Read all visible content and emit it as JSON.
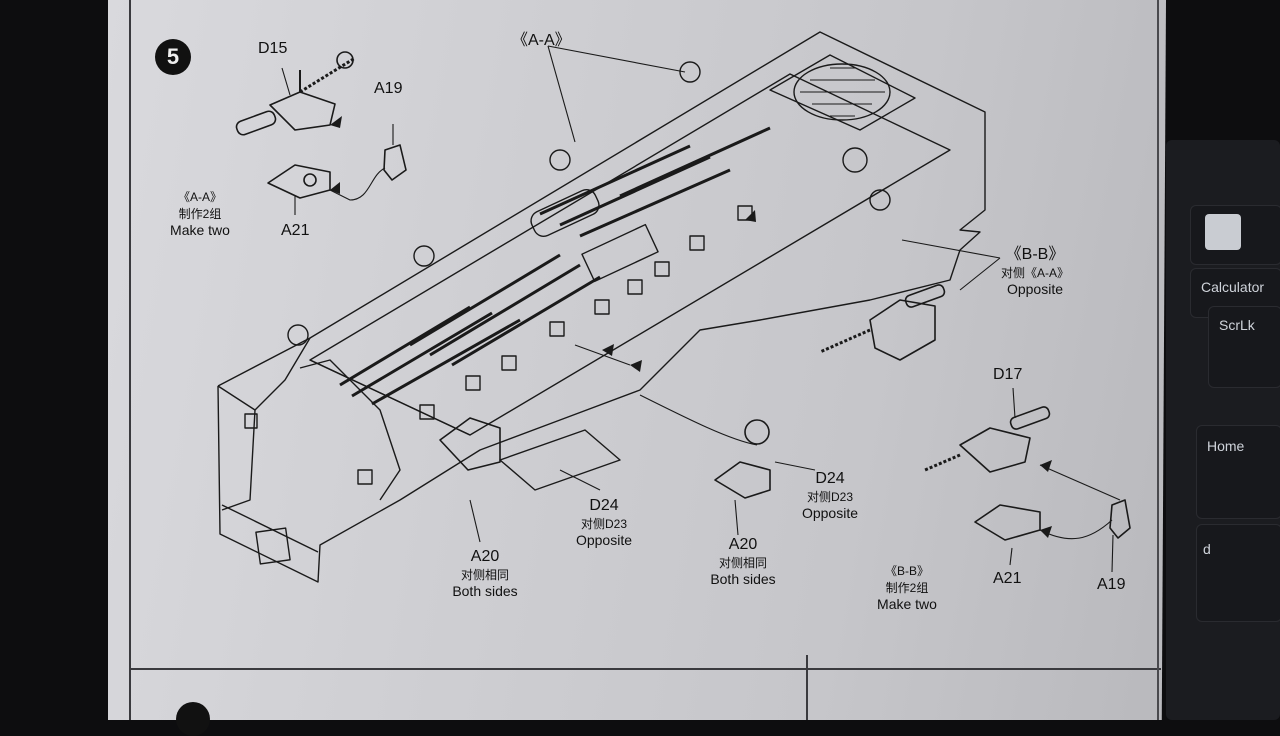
{
  "step": "5",
  "labels": {
    "aa_top": "《A-A》",
    "d15": "D15",
    "a19_left": "A19",
    "a21_left": "A21",
    "aa_note_title": "《A-A》",
    "aa_note_cn": "制作2组",
    "aa_note_en": "Make two",
    "bb_title": "《B-B》",
    "bb_cn": "对侧《A-A》",
    "bb_en": "Opposite",
    "d17": "D17",
    "a21_right": "A21",
    "a19_right": "A19",
    "bb_note_title": "《B-B》",
    "bb_note_cn": "制作2组",
    "bb_note_en": "Make two",
    "d24_right": "D24",
    "d24_right_cn": "对侧D23",
    "d24_right_en": "Opposite",
    "d24_mid": "D24",
    "d24_mid_cn": "对侧D23",
    "d24_mid_en": "Opposite",
    "a20_left": "A20",
    "a20_left_cn": "对侧相同",
    "a20_left_en": "Both sides",
    "a20_mid": "A20",
    "a20_mid_cn": "对侧相同",
    "a20_mid_en": "Both sides"
  },
  "keyboard": {
    "calculator": "Calculator",
    "scrlk": "ScrLk",
    "home": "Home",
    "d": "d"
  }
}
